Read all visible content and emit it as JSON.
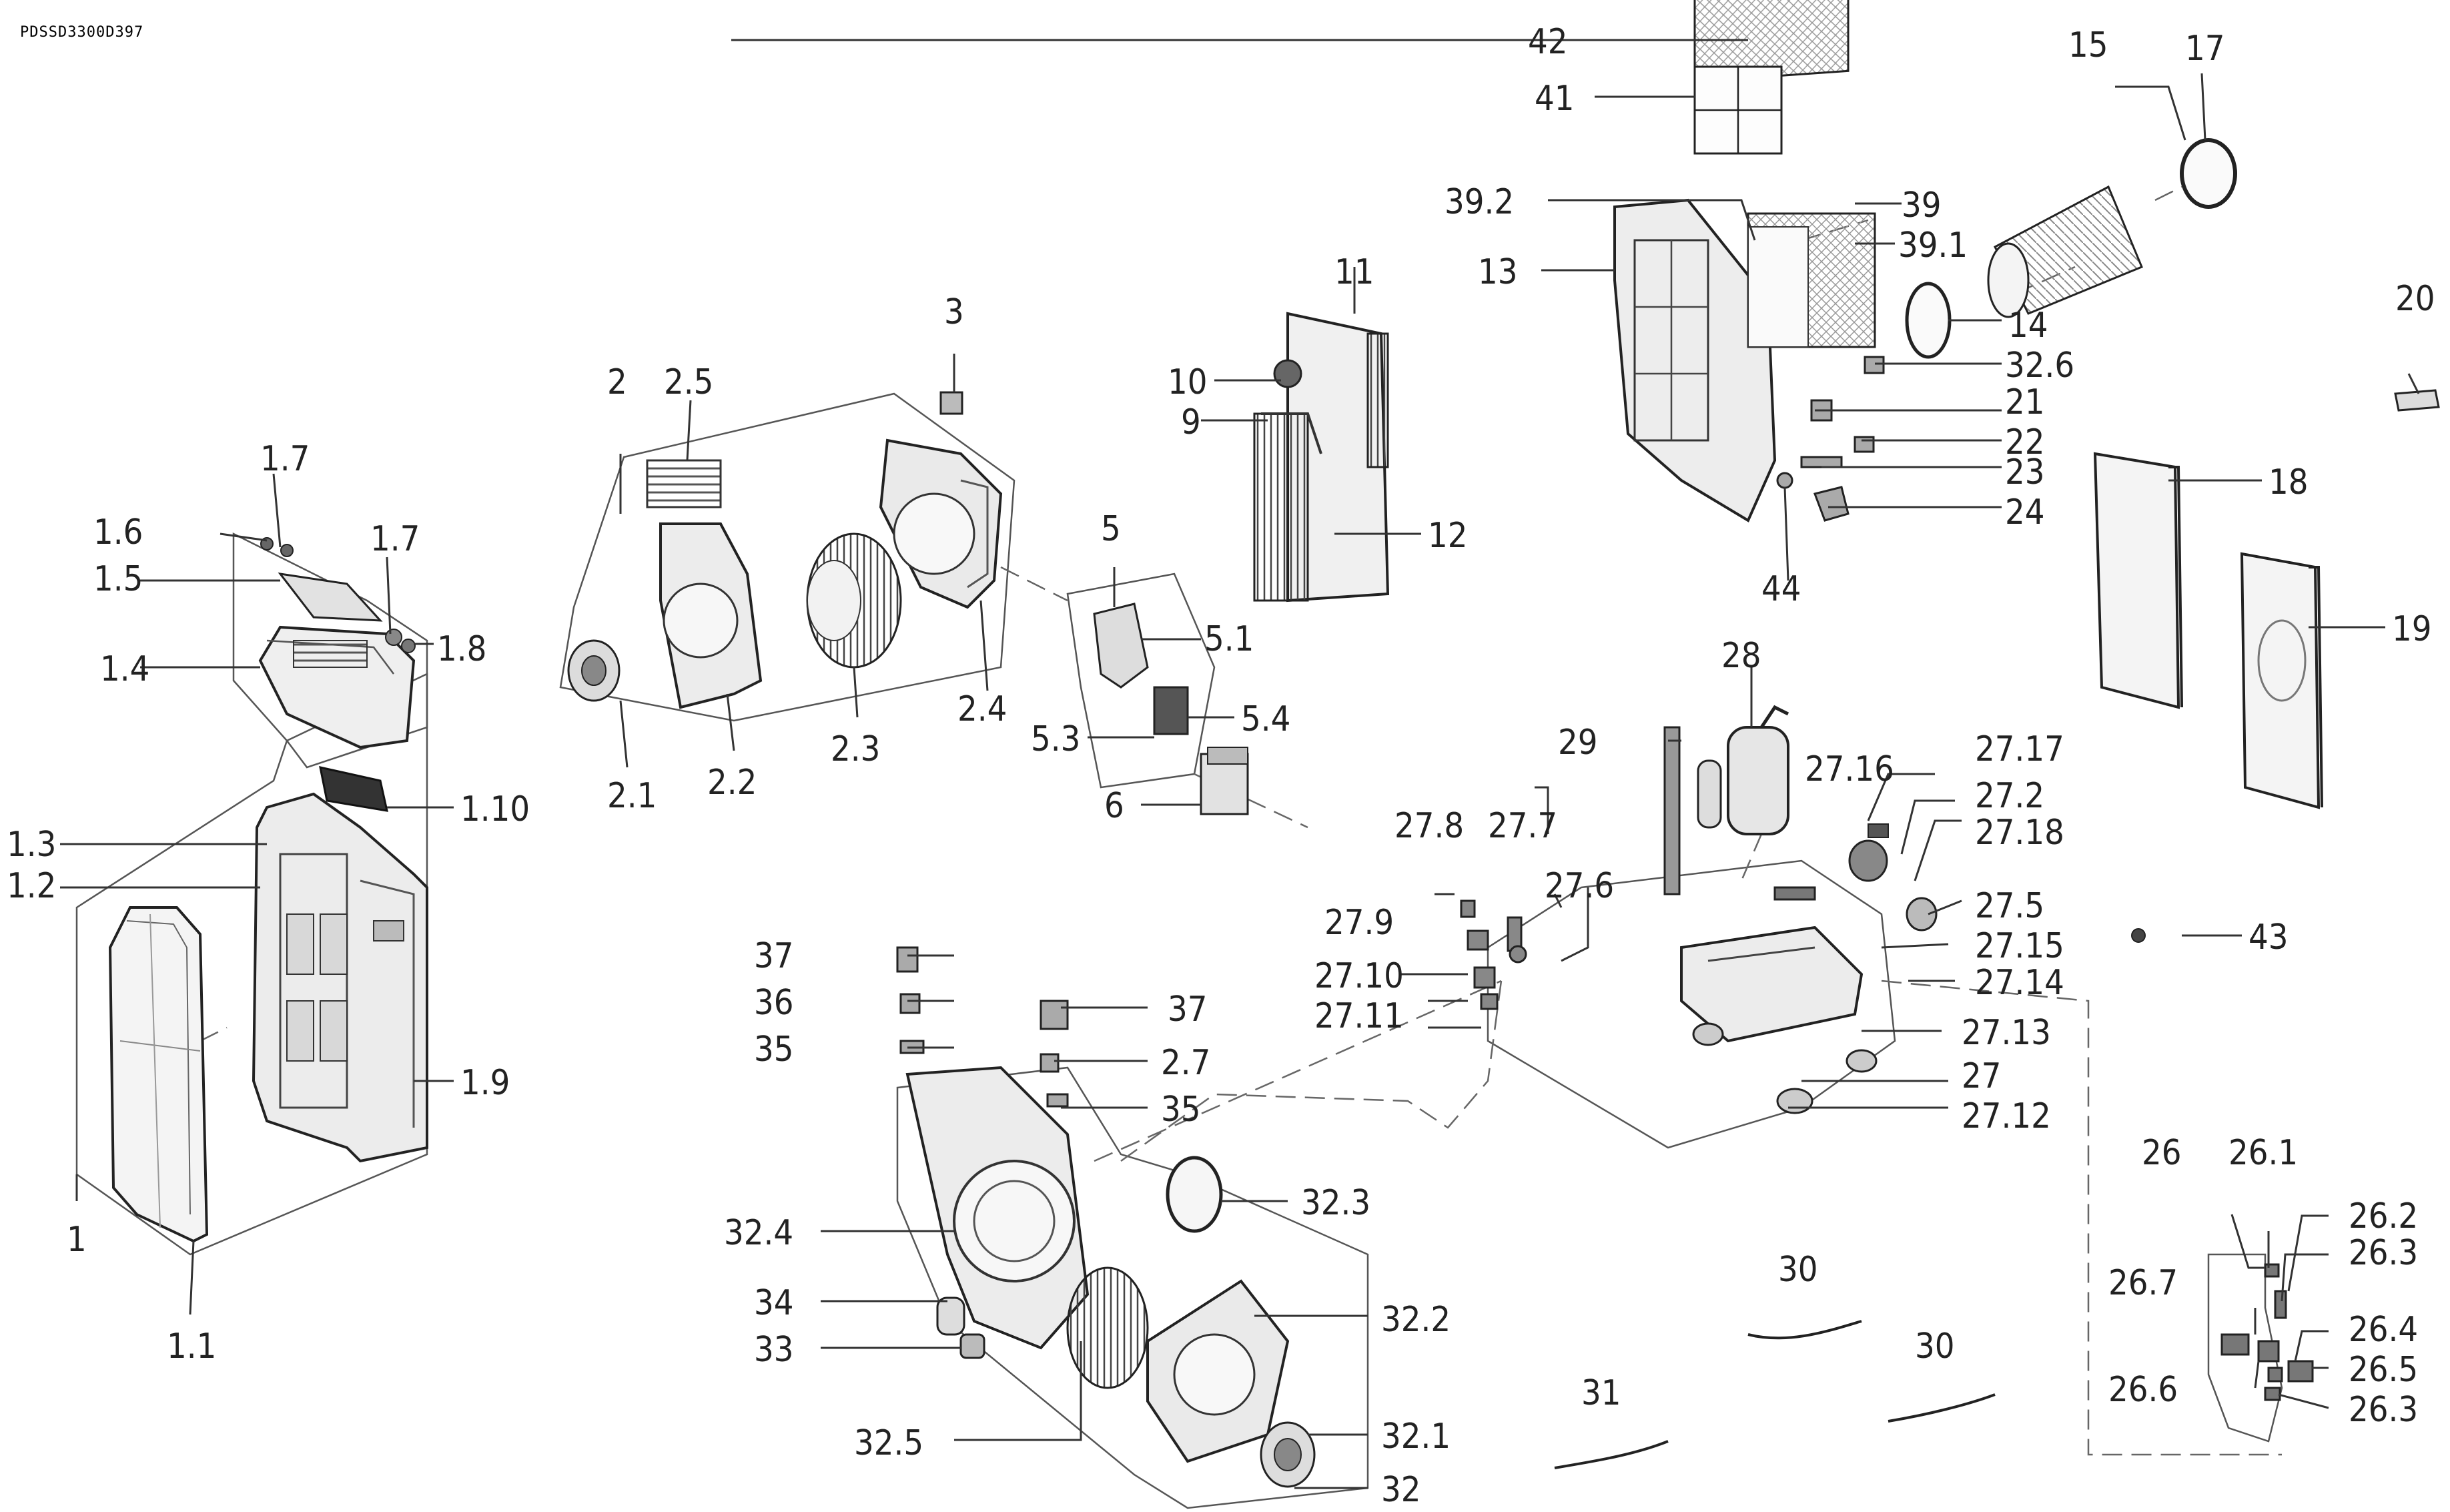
{
  "document": {
    "code": "PDSSD3300D397"
  },
  "parts": {
    "p1": "1",
    "p1_1": "1.1",
    "p1_2": "1.2",
    "p1_3": "1.3",
    "p1_4": "1.4",
    "p1_5": "1.5",
    "p1_6": "1.6",
    "p1_7a": "1.7",
    "p1_7b": "1.7",
    "p1_8": "1.8",
    "p1_9": "1.9",
    "p1_10": "1.10",
    "p2": "2",
    "p2_1": "2.1",
    "p2_2": "2.2",
    "p2_3": "2.3",
    "p2_4": "2.4",
    "p2_5": "2.5",
    "p2_7": "2.7",
    "p3": "3",
    "p5": "5",
    "p5_1": "5.1",
    "p5_3": "5.3",
    "p5_4": "5.4",
    "p6": "6",
    "p9": "9",
    "p10": "10",
    "p11": "11",
    "p12": "12",
    "p13": "13",
    "p14": "14",
    "p15": "15",
    "p17": "17",
    "p18": "18",
    "p19": "19",
    "p20": "20",
    "p21": "21",
    "p22": "22",
    "p23": "23",
    "p24": "24",
    "p26": "26",
    "p26_1": "26.1",
    "p26_2": "26.2",
    "p26_3a": "26.3",
    "p26_3b": "26.3",
    "p26_4": "26.4",
    "p26_5": "26.5",
    "p26_6": "26.6",
    "p26_7": "26.7",
    "p27": "27",
    "p27_2": "27.2",
    "p27_5": "27.5",
    "p27_6": "27.6",
    "p27_7": "27.7",
    "p27_8": "27.8",
    "p27_9": "27.9",
    "p27_10": "27.10",
    "p27_11": "27.11",
    "p27_12": "27.12",
    "p27_13": "27.13",
    "p27_14": "27.14",
    "p27_15": "27.15",
    "p27_16": "27.16",
    "p27_17": "27.17",
    "p27_18": "27.18",
    "p28": "28",
    "p29": "29",
    "p30a": "30",
    "p30b": "30",
    "p31": "31",
    "p32": "32",
    "p32_1": "32.1",
    "p32_2": "32.2",
    "p32_3": "32.3",
    "p32_4": "32.4",
    "p32_5": "32.5",
    "p32_6": "32.6",
    "p33": "33",
    "p34": "34",
    "p35a": "35",
    "p35b": "35",
    "p36": "36",
    "p37a": "37",
    "p37b": "37",
    "p39": "39",
    "p39_1": "39.1",
    "p39_2": "39.2",
    "p41": "41",
    "p42": "42",
    "p43": "43",
    "p44": "44"
  }
}
